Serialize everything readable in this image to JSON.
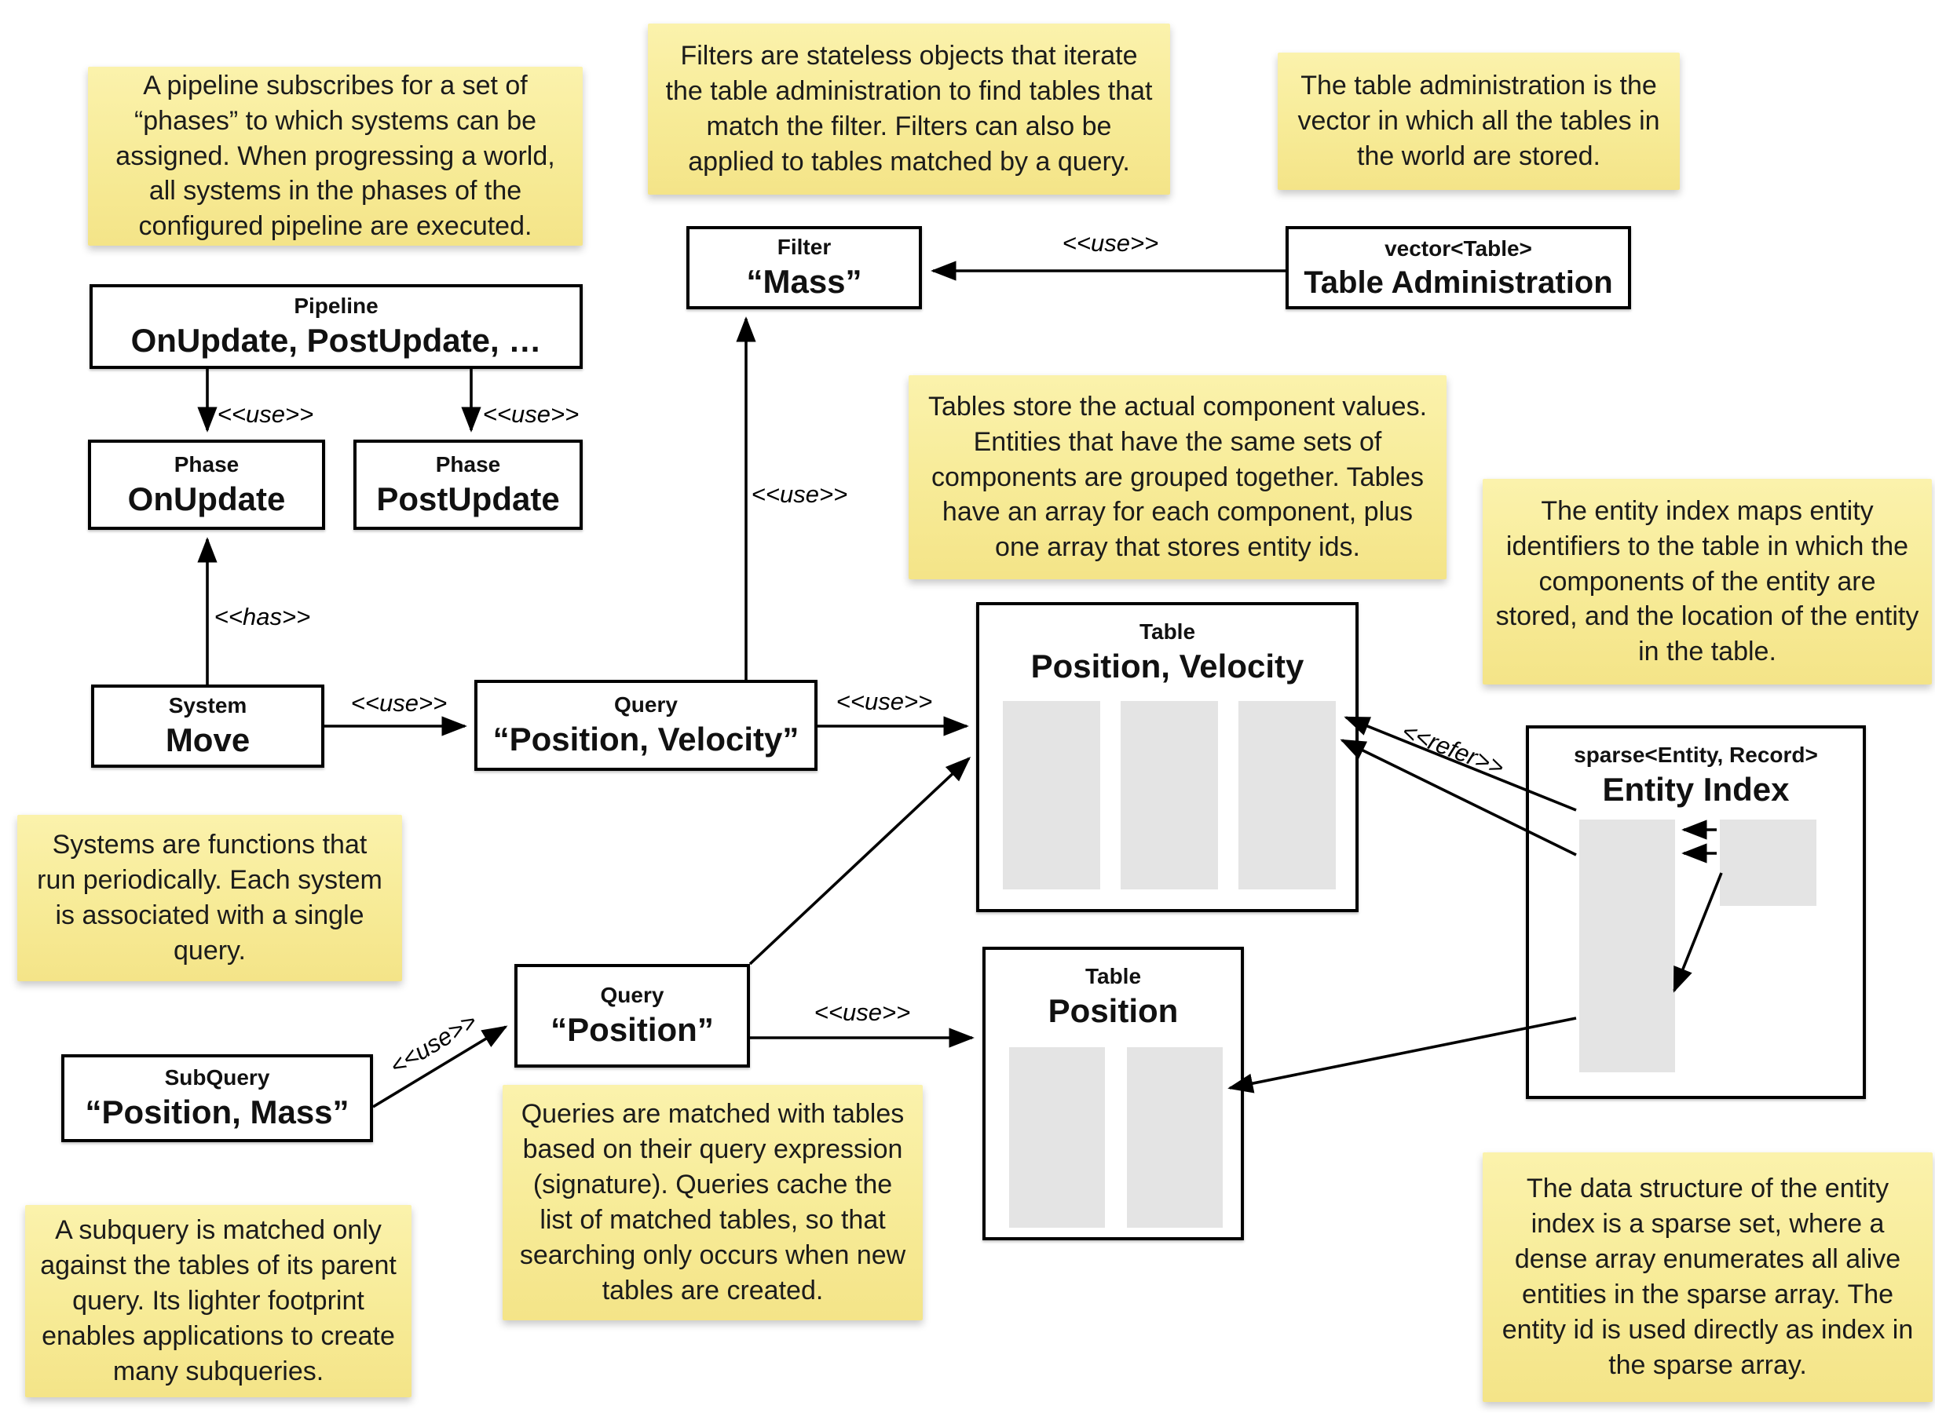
{
  "notes": {
    "pipeline": {
      "text": "A pipeline subscribes for a set of “phases” to which systems can be assigned. When progressing a world, all systems in the phases of the configured pipeline are executed."
    },
    "filters": {
      "text": "Filters are stateless objects that iterate the table administration to find tables that match the filter. Filters can also be applied to tables matched by a query."
    },
    "table_admin": {
      "text": "The table administration is the vector in which all the tables in the world are stored."
    },
    "tables": {
      "text": "Tables store the actual component values. Entities that have the same sets of components are grouped together. Tables have an array for each component, plus one array that stores entity ids."
    },
    "entity_index": {
      "text": "The entity index maps entity identifiers to the table in which the components of the entity are stored, and the location of the entity in the table."
    },
    "systems": {
      "text": "Systems are functions that run periodically. Each system is associated with a single query."
    },
    "queries": {
      "text": "Queries are matched with tables based on their query expression (signature). Queries cache the list of matched tables, so that searching only occurs when new tables are created."
    },
    "subquery": {
      "text": "A subquery is matched only against the tables of its parent query. Its lighter footprint enables applications to create many subqueries."
    },
    "sparse_set": {
      "text": "The data structure of the entity index is a sparse set, where a dense array enumerates all alive entities in the sparse array. The entity id is used directly as index in the sparse array."
    }
  },
  "nodes": {
    "pipeline": {
      "type": "Pipeline",
      "name": "OnUpdate, PostUpdate, …"
    },
    "phase_onupdate": {
      "type": "Phase",
      "name": "OnUpdate"
    },
    "phase_postupdate": {
      "type": "Phase",
      "name": "PostUpdate"
    },
    "system_move": {
      "type": "System",
      "name": "Move"
    },
    "query_pv": {
      "type": "Query",
      "name": "“Position, Velocity”"
    },
    "filter_mass": {
      "type": "Filter",
      "name": "“Mass”"
    },
    "table_admin": {
      "type": "vector<Table>",
      "name": "Table Administration"
    },
    "table_pv": {
      "type": "Table",
      "name": "Position, Velocity"
    },
    "table_pos": {
      "type": "Table",
      "name": "Position"
    },
    "entity_index": {
      "type": "sparse<Entity, Record>",
      "name": "Entity Index"
    },
    "query_pos": {
      "type": "Query",
      "name": "“Position”"
    },
    "subquery": {
      "type": "SubQuery",
      "name": "“Position, Mass”"
    }
  },
  "edges": {
    "pipeline_onupdate": {
      "label": "<<use>>"
    },
    "pipeline_postupdate": {
      "label": "<<use>>"
    },
    "system_phase": {
      "label": "<<has>>"
    },
    "system_query": {
      "label": "<<use>>"
    },
    "query_filter": {
      "label": "<<use>>"
    },
    "tableadmin_filter": {
      "label": "<<use>>"
    },
    "querypv_tablepv": {
      "label": "<<use>>"
    },
    "querypos_tablepos": {
      "label": "<<use>>"
    },
    "subquery_querypos": {
      "label": "<<use>>"
    },
    "entityindex_tables": {
      "label": "<<refer>>"
    }
  },
  "colors": {
    "note_top": "#FBF2AC",
    "note_bottom": "#F4E488",
    "array_fill": "#E4E4E4",
    "line": "#000000",
    "background": "#FFFFFF"
  }
}
